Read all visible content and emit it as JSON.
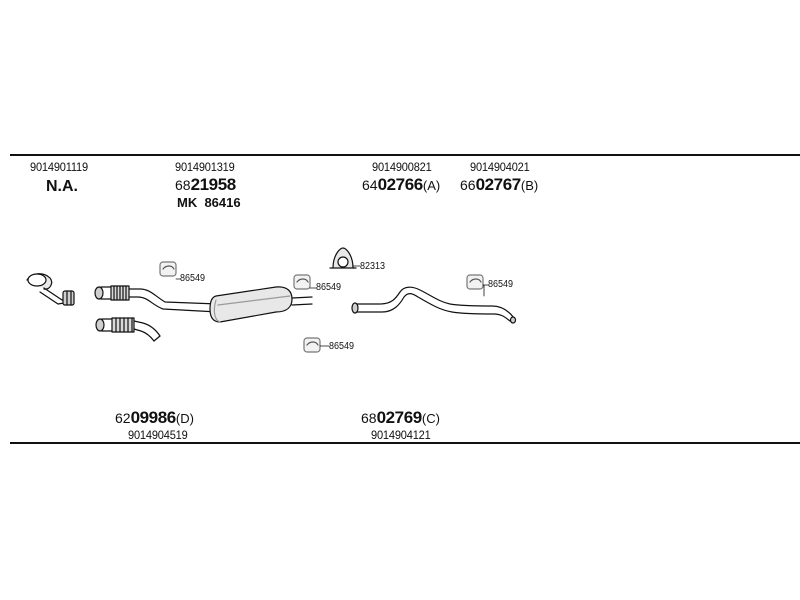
{
  "header": {
    "col1": {
      "oe_number": "9014901119",
      "part_text": "N.A."
    },
    "col2": {
      "oe_number": "9014901319",
      "prefix": "68",
      "part_number": "21958",
      "kit_label": "MK  86416"
    },
    "col3": {
      "oe_number": "9014900821",
      "prefix": "64",
      "part_number": "02766",
      "variant": "(A)"
    },
    "col4": {
      "oe_number": "9014904021",
      "prefix": "66",
      "part_number": "02767",
      "variant": "(B)"
    }
  },
  "footer": {
    "col1": {
      "prefix": "62",
      "part_number": "09986",
      "variant": "(D)",
      "oe_number": "9014904519"
    },
    "col2": {
      "prefix": "68",
      "part_number": "02769",
      "variant": "(C)",
      "oe_number": "9014904121"
    }
  },
  "clamps": {
    "front": "86549",
    "mid": "86549",
    "lower": "86549",
    "rear": "86549",
    "mount": "82313"
  },
  "colors": {
    "line": "#111111",
    "part_fill": "#e8e8e8",
    "part_shadow": "#9a9a9a"
  }
}
